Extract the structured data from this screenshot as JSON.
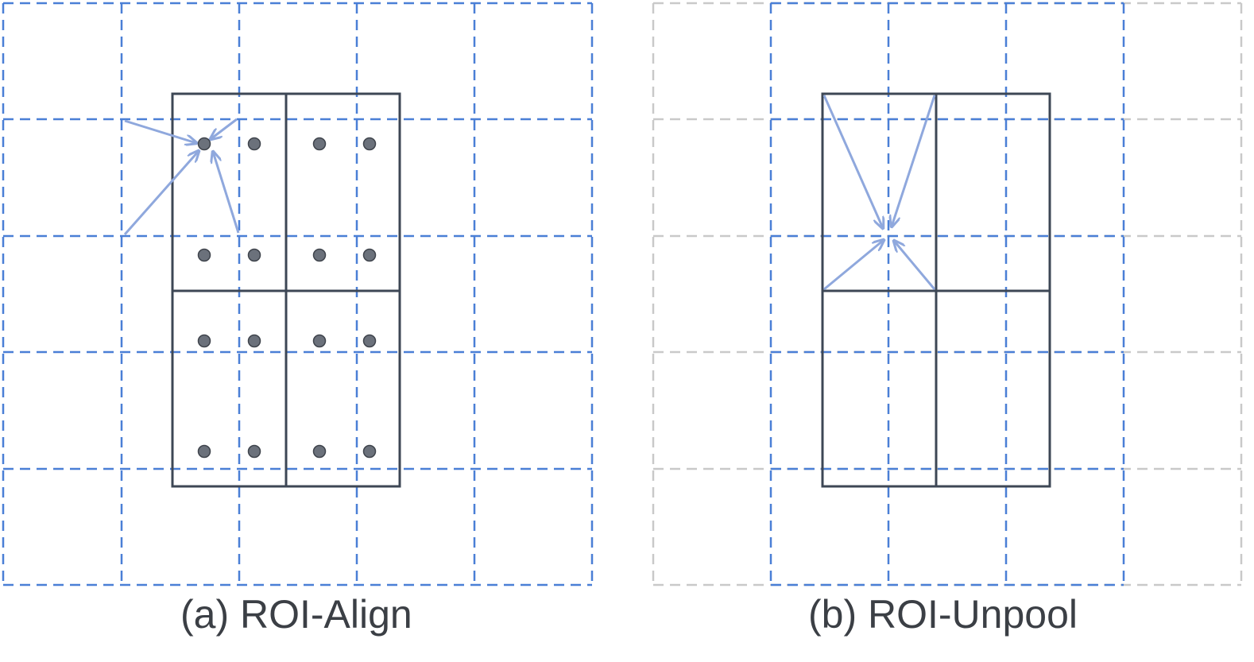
{
  "figure": {
    "panels": [
      {
        "id": "a",
        "caption": "(a) ROI-Align"
      },
      {
        "id": "b",
        "caption": "(b) ROI-Unpool"
      }
    ],
    "colors": {
      "feature_grid": "#4a7fd6",
      "faded_grid": "#c9c9c9",
      "roi_box": "#3d4755",
      "sample_point": "#6b717b",
      "arrow": "#8fa8dd"
    }
  }
}
